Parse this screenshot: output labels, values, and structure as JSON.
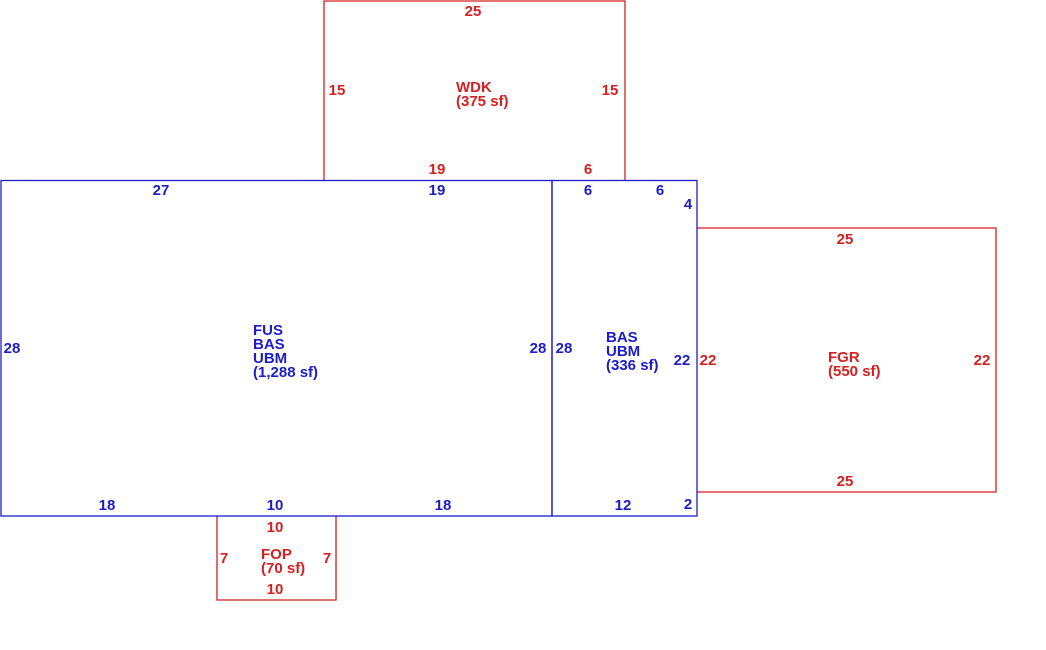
{
  "colors": {
    "primary": "#1c1cc8",
    "secondary": "#d42020"
  },
  "areas": {
    "main_house": {
      "codes": [
        "FUS",
        "BAS",
        "UBM"
      ],
      "area": "(1,288 sf)",
      "dims": {
        "top_left": "27",
        "top_right": "19",
        "left": "28",
        "right": "28",
        "bottom_left": "18",
        "bottom_mid": "10",
        "bottom_right": "18"
      }
    },
    "side_section": {
      "codes": [
        "BAS",
        "UBM"
      ],
      "area": "(336 sf)",
      "dims": {
        "top_left": "6",
        "top_right": "6",
        "right_upper": "4",
        "left": "28",
        "right": "22",
        "bottom": "12",
        "right_lower": "2"
      }
    },
    "wood_deck": {
      "codes": [
        "WDK"
      ],
      "area": "(375 sf)",
      "dims": {
        "top": "25",
        "left": "15",
        "right": "15",
        "bottom_left": "19",
        "bottom_right": "6"
      }
    },
    "garage": {
      "codes": [
        "FGR"
      ],
      "area": "(550 sf)",
      "dims": {
        "top": "25",
        "left": "22",
        "right": "22",
        "bottom": "25"
      }
    },
    "porch": {
      "codes": [
        "FOP"
      ],
      "area": "(70 sf)",
      "dims": {
        "top": "10",
        "left": "7",
        "right": "7",
        "bottom": "10"
      }
    }
  }
}
